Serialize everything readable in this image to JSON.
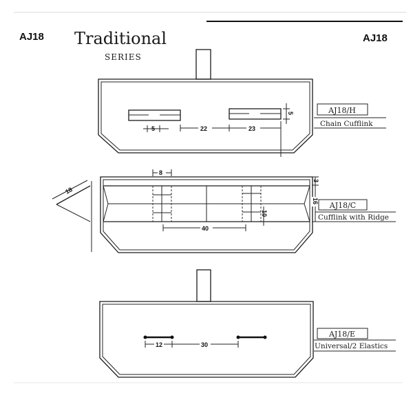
{
  "header": {
    "code_left": "AJ18",
    "title": "Traditional",
    "subtitle": "SERIES",
    "code_right": "AJ18"
  },
  "models": [
    {
      "code": "AJ18/H",
      "name": "Chain Cufflink",
      "dims": [
        "5",
        "22",
        "23",
        "5"
      ]
    },
    {
      "code": "AJ18/C",
      "name": "Cufflink with Ridge",
      "dims": [
        "18",
        "8",
        "3",
        "16",
        "10",
        "40"
      ]
    },
    {
      "code": "AJ18/E",
      "name": "Universal/2 Elastics",
      "dims": [
        "12",
        "30"
      ]
    }
  ]
}
